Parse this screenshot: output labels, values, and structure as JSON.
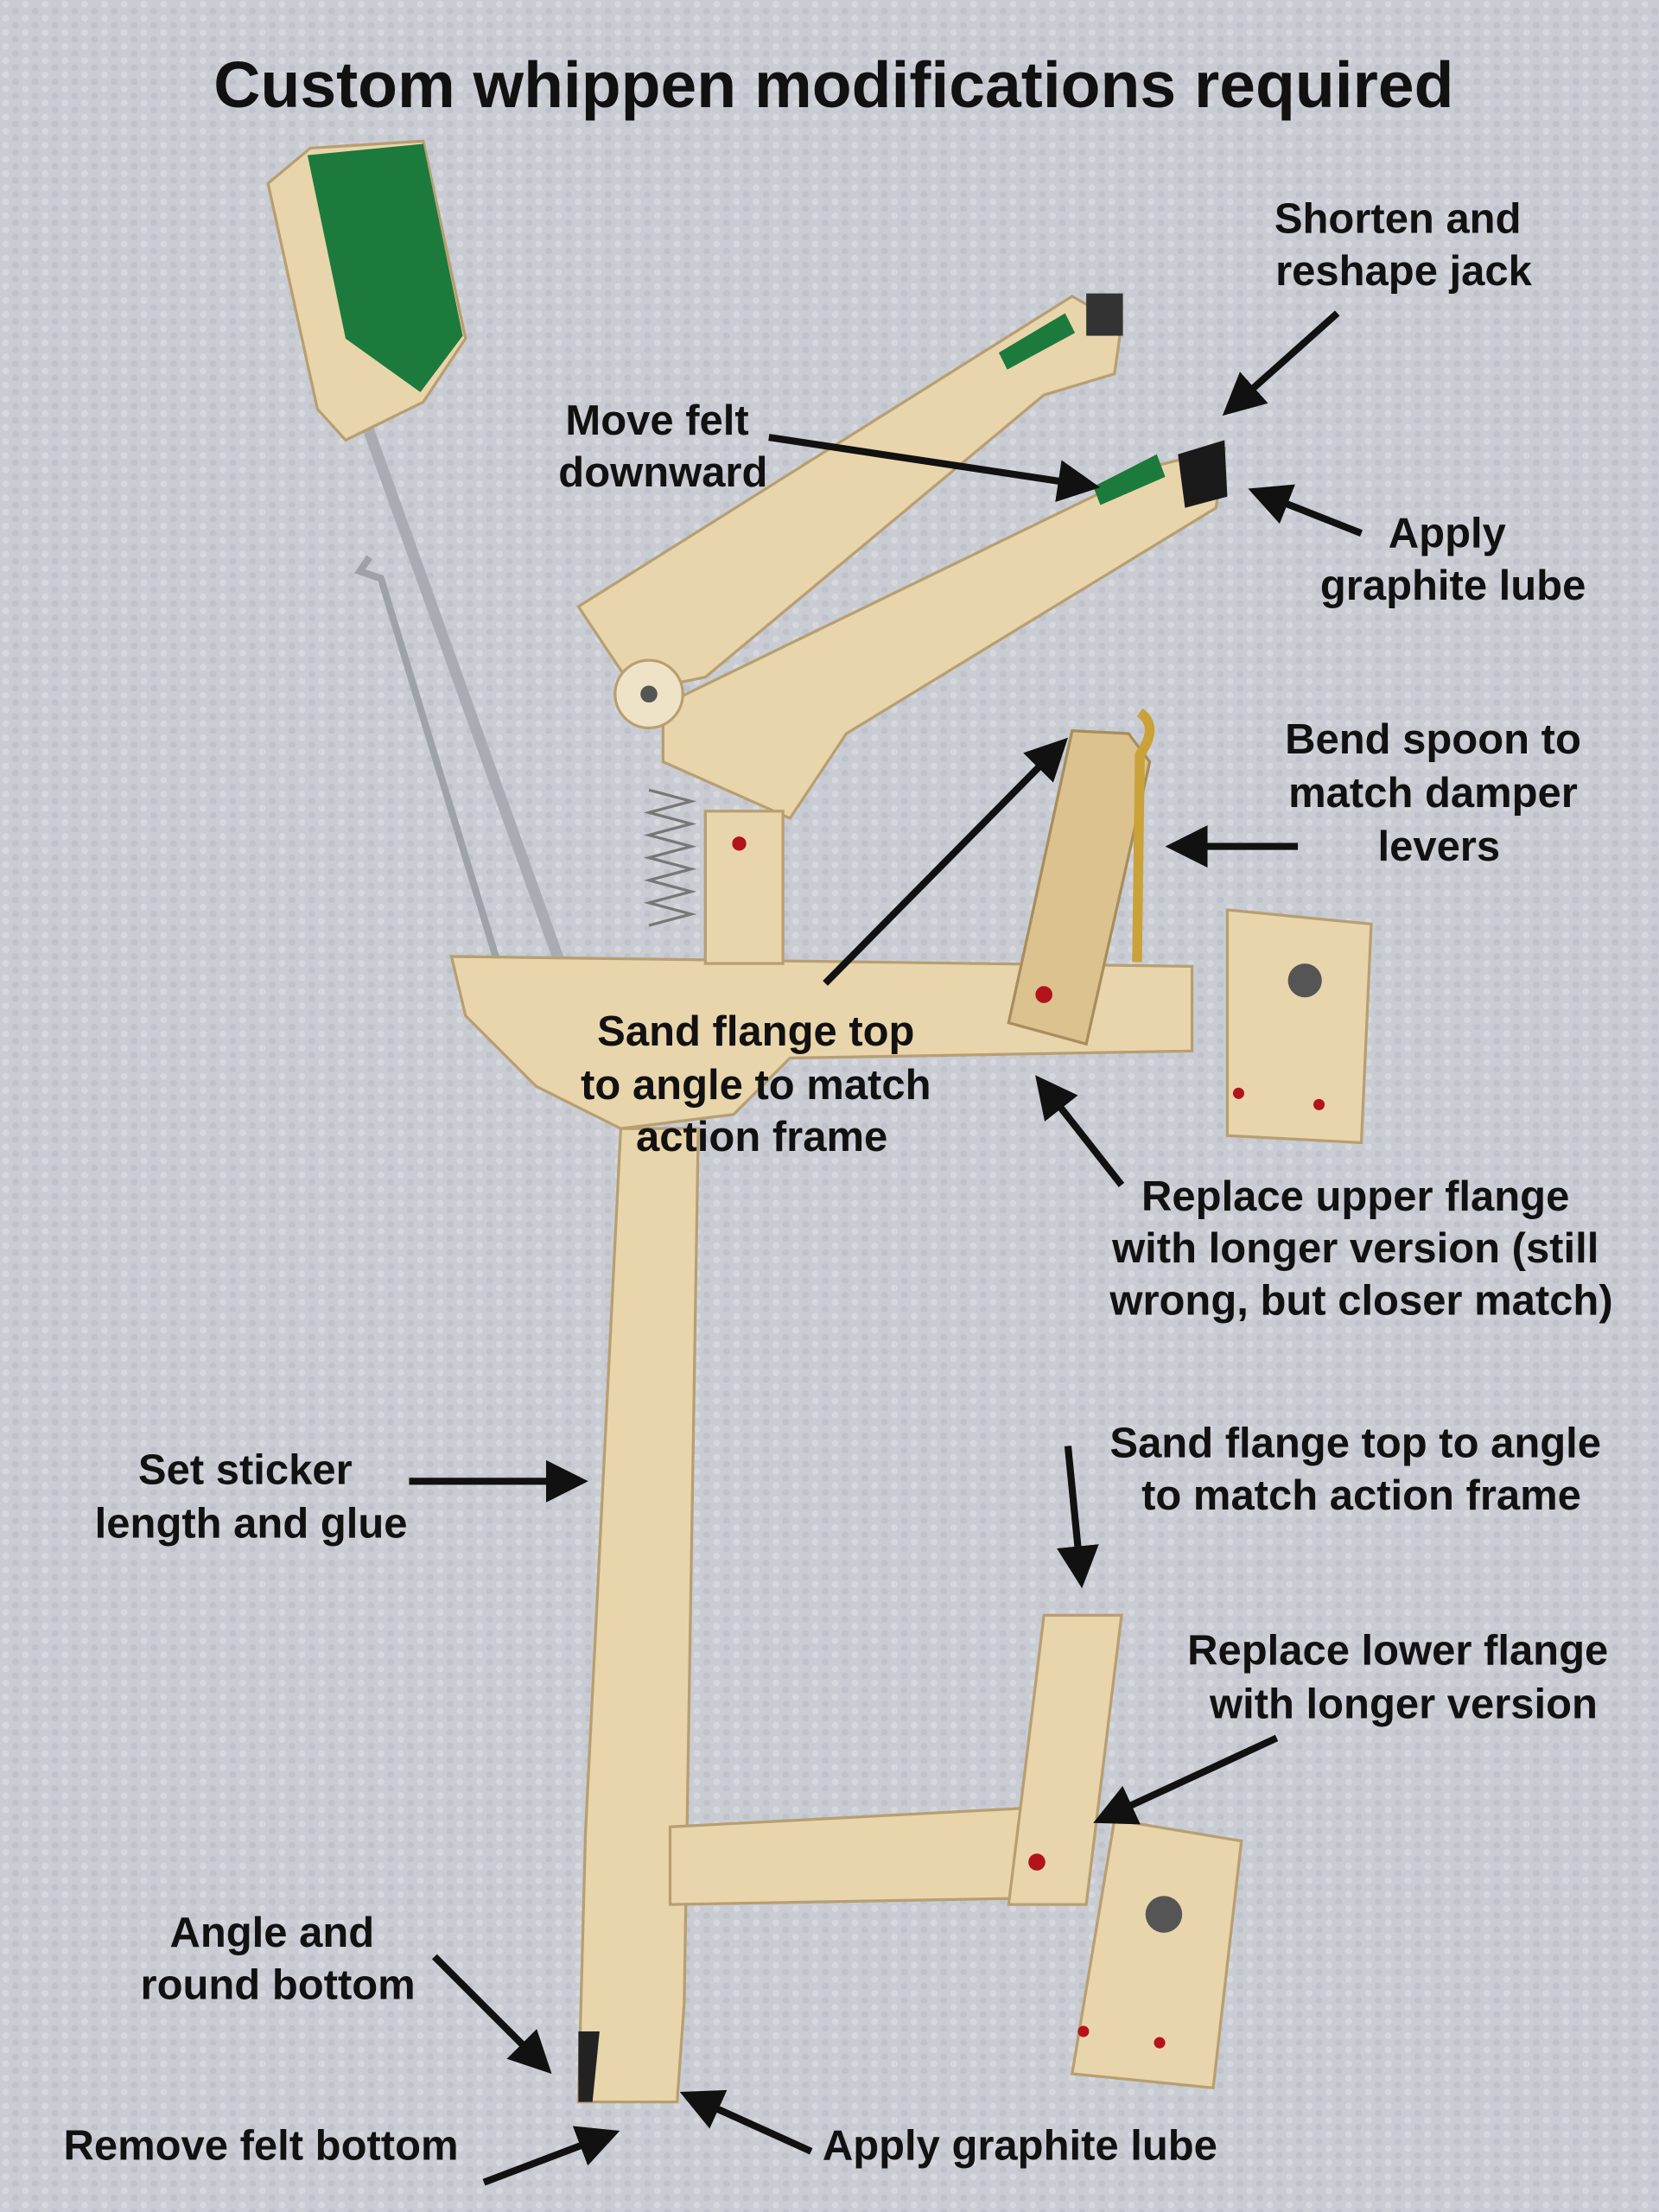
{
  "title": "Custom whippen modifications required",
  "annotations": {
    "jack": [
      "Shorten and",
      "reshape jack"
    ],
    "felt": [
      "Move felt",
      "downward"
    ],
    "lube_top": [
      "Apply",
      "graphite lube"
    ],
    "spoon": [
      "Bend spoon to",
      "match damper",
      "levers"
    ],
    "sand_upper": [
      "Sand flange top",
      "to angle to match",
      "action frame"
    ],
    "replace_upper": [
      "Replace upper flange",
      "with longer version (still",
      "wrong, but closer match)"
    ],
    "sticker": [
      "Set sticker",
      "length and glue"
    ],
    "sand_lower": [
      "Sand flange top to angle",
      "to match action frame"
    ],
    "replace_lower": [
      "Replace lower flange",
      "with longer version"
    ],
    "angle_bottom": [
      "Angle and",
      "round bottom"
    ],
    "felt_bottom": "Remove felt bottom",
    "lube_bottom": "Apply graphite lube"
  },
  "colors": {
    "wood": "#e9d5ab",
    "felt": "#1c7a3c",
    "background": "#c8cbd2",
    "text": "#111111"
  }
}
